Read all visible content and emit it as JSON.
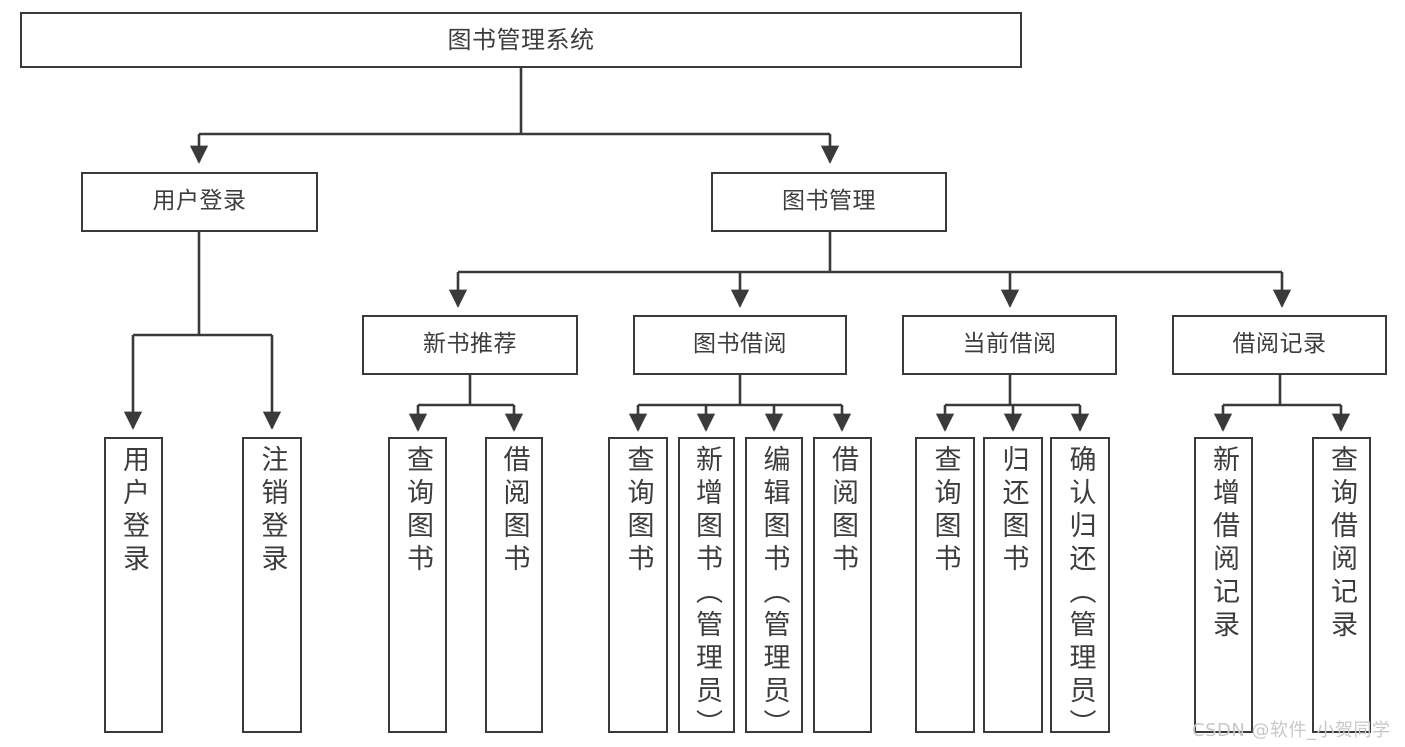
{
  "diagram": {
    "title": "图书管理系统",
    "type": "hierarchy-tree",
    "watermark": "CSDN @软件_小贺同学",
    "colors": {
      "stroke": "#3a3a3a",
      "text": "#3d3d3d",
      "background": "#ffffff",
      "watermark": "#c8c8c8"
    },
    "nodes": {
      "root": {
        "label": "图书管理系统"
      },
      "level1": [
        {
          "label": "用户登录"
        },
        {
          "label": "图书管理"
        }
      ],
      "level2": [
        {
          "label": "新书推荐"
        },
        {
          "label": "图书借阅"
        },
        {
          "label": "当前借阅"
        },
        {
          "label": "借阅记录"
        }
      ],
      "leaves": {
        "user_login": [
          {
            "label": "用户登录"
          },
          {
            "label": "注销登录"
          }
        ],
        "new_book_recommend": [
          {
            "label": "查询图书"
          },
          {
            "label": "借阅图书"
          }
        ],
        "book_borrow": [
          {
            "label": "查询图书"
          },
          {
            "label": "新增图书（管理员）"
          },
          {
            "label": "编辑图书（管理员）"
          },
          {
            "label": "借阅图书"
          }
        ],
        "current_borrow": [
          {
            "label": "查询图书"
          },
          {
            "label": "归还图书"
          },
          {
            "label": "确认归还（管理员）"
          }
        ],
        "borrow_record": [
          {
            "label": "新增借阅记录"
          },
          {
            "label": "查询借阅记录"
          }
        ]
      }
    }
  }
}
